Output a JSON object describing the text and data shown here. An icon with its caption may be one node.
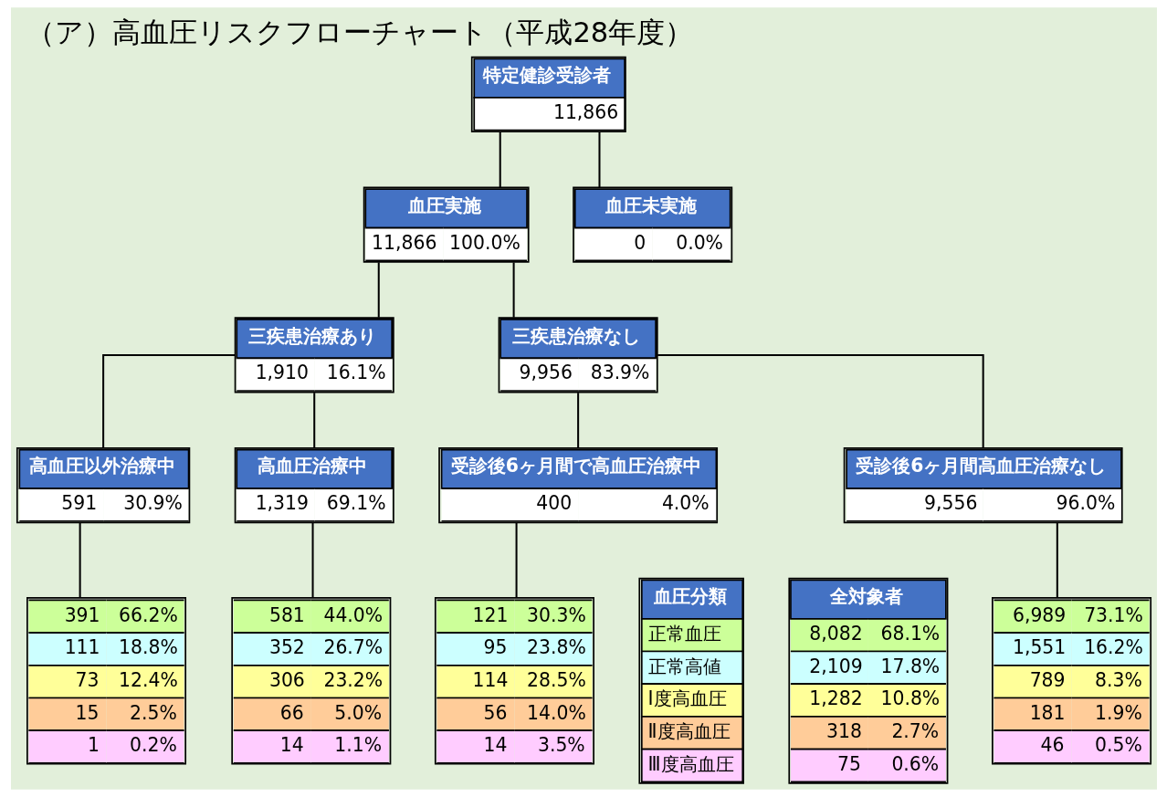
{
  "diagram": {
    "title": "（ア）高血圧リスクフローチャート（平成28年度）",
    "nodes": [
      {
        "text": [
          "特定健診受診者",
          "11,866"
        ]
      },
      {
        "text": [
          "血圧実施",
          "11,866",
          "100.0%"
        ]
      },
      {
        "text": [
          "血圧未実施",
          "0",
          "0.0%"
        ]
      },
      {
        "text": [
          "三疾患治療あり",
          "1,910",
          "16.1%"
        ]
      },
      {
        "text": [
          "三疾患治療なし",
          "9,956",
          "83.9%"
        ]
      },
      {
        "text": [
          "高血圧以外治療中",
          "591",
          "30.9%"
        ]
      },
      {
        "text": [
          "高血圧治療中",
          "1,319",
          "69.1%"
        ]
      },
      {
        "text": [
          "受診後6ヶ月間で高血圧治療中",
          "400",
          "4.0%"
        ]
      },
      {
        "text": [
          "受診後6ヶ月間高血圧治療なし",
          "9,556",
          "96.0%"
        ]
      },
      {
        "text": [
          "391",
          "66.2%",
          "111",
          "18.8%",
          "73",
          "12.4%",
          "15",
          "2.5%",
          "1",
          "0.2%"
        ]
      },
      {
        "text": [
          "581",
          "44.0%",
          "352",
          "26.7%",
          "306",
          "23.2%",
          "66",
          "5.0%",
          "14",
          "1.1%"
        ]
      },
      {
        "text": [
          "121",
          "30.3%",
          "95",
          "23.8%",
          "114",
          "28.5%",
          "56",
          "14.0%",
          "14",
          "3.5%"
        ]
      },
      {
        "text": [
          "6,989",
          "73.1%",
          "1,551",
          "16.2%",
          "789",
          "8.3%",
          "181",
          "1.9%",
          "46",
          "0.5%"
        ]
      },
      {
        "text": [
          "血圧分類",
          "正常血圧",
          "正常高値",
          "Ⅰ度高血圧",
          "Ⅱ度高血圧",
          "Ⅲ度高血圧"
        ]
      },
      {
        "text": [
          "全対象者",
          "8,082",
          "68.1%",
          "2,109",
          "17.8%",
          "1,282",
          "10.8%",
          "318",
          "2.7%",
          "75",
          "0.6%"
        ]
      }
    ],
    "edges": [
      {
        "from": 0,
        "to": 1,
        "arrow": "none"
      },
      {
        "from": 0,
        "to": 2,
        "arrow": "none"
      },
      {
        "from": 1,
        "to": 3,
        "arrow": "none"
      },
      {
        "from": 1,
        "to": 4,
        "arrow": "none"
      },
      {
        "from": 3,
        "to": 5,
        "arrow": "none"
      },
      {
        "from": 3,
        "to": 6,
        "arrow": "none"
      },
      {
        "from": 4,
        "to": 7,
        "arrow": "none"
      },
      {
        "from": 4,
        "to": 8,
        "arrow": "none"
      },
      {
        "from": 5,
        "to": 9,
        "arrow": "none"
      },
      {
        "from": 6,
        "to": 10,
        "arrow": "none"
      },
      {
        "from": 7,
        "to": 11,
        "arrow": "none"
      },
      {
        "from": 8,
        "to": 12,
        "arrow": "none"
      }
    ]
  }
}
